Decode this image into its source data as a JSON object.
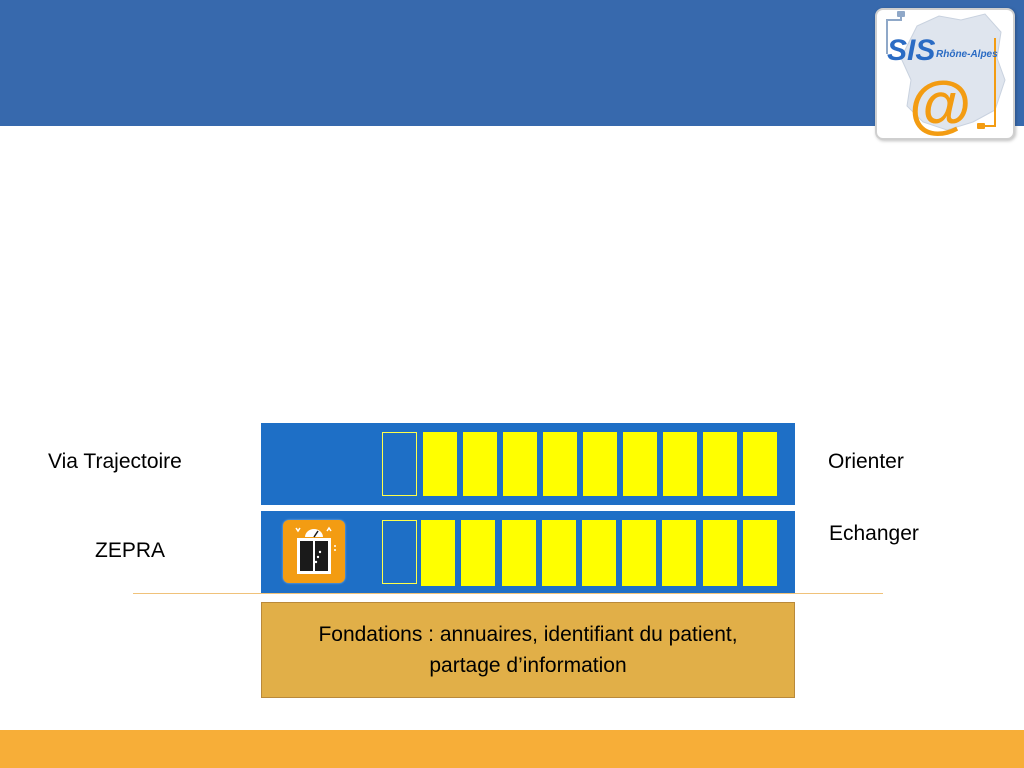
{
  "logo": {
    "brand_text": "SIS",
    "region_text": "Rhône-Alpes",
    "symbol": "@",
    "colors": {
      "blue": "#2a6bc4",
      "orange": "#f39c12"
    }
  },
  "rows": [
    {
      "label_left": "Via Trajectoire",
      "label_right": "Orienter",
      "has_app_icon": false,
      "yellow_cells": 9,
      "outlined_cells": 1
    },
    {
      "label_left": "ZEPRA",
      "label_right": "Echanger",
      "has_app_icon": true,
      "yellow_cells": 9,
      "outlined_cells": 1
    }
  ],
  "foundations": {
    "line1": "Fondations : annuaires, identifiant du patient,",
    "line2": "partage d’information"
  },
  "colors": {
    "header_band": "#3769ad",
    "footer_band": "#f7ae38",
    "row_background": "#1e6fc6",
    "cell_fill": "#ffff00",
    "foundations_fill": "#e1af48"
  }
}
